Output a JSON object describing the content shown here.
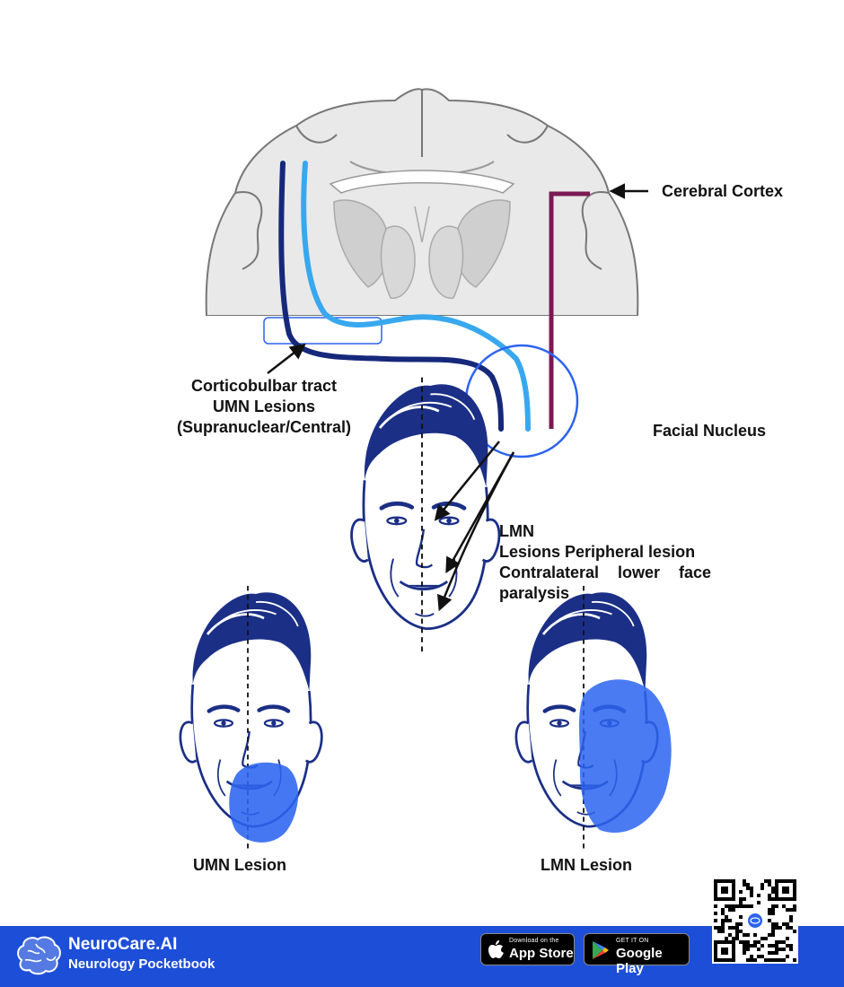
{
  "labels": {
    "cerebral_cortex": "Cerebral Cortex",
    "corticobulbar_line1": "Corticobulbar tract",
    "corticobulbar_line2": "UMN Lesions",
    "corticobulbar_line3": "(Supranuclear/Central)",
    "facial_nucleus": "Facial Nucleus",
    "lmn_line1": "LMN",
    "lmn_line2": "Lesions Peripheral lesion",
    "lmn_line3_a": "Contralateral",
    "lmn_line3_b": "lower",
    "lmn_line3_c": "face",
    "lmn_line4": "paralysis",
    "umn_lesion": "UMN Lesion",
    "lmn_lesion": "LMN Lesion"
  },
  "footer": {
    "brand_name": "NeuroCare.AI",
    "brand_tagline": "Neurology Pocketbook",
    "app_store_small": "Download on the",
    "app_store_big": "App Store",
    "google_play_small": "GET IT ON",
    "google_play_big": "Google Play"
  },
  "colors": {
    "tract_dark": "#16287a",
    "tract_light": "#38a8ee",
    "facial_tract": "#7a1a55",
    "highlight_blue": "#2c64f0",
    "face_ink": "#1b2f86",
    "footer_bg": "#1d4ed8",
    "brain_fill": "#e9e9e9",
    "brain_stroke": "#777777"
  },
  "icons": [
    "brain-icon",
    "apple-icon",
    "google-play-icon",
    "qr-code-icon"
  ]
}
